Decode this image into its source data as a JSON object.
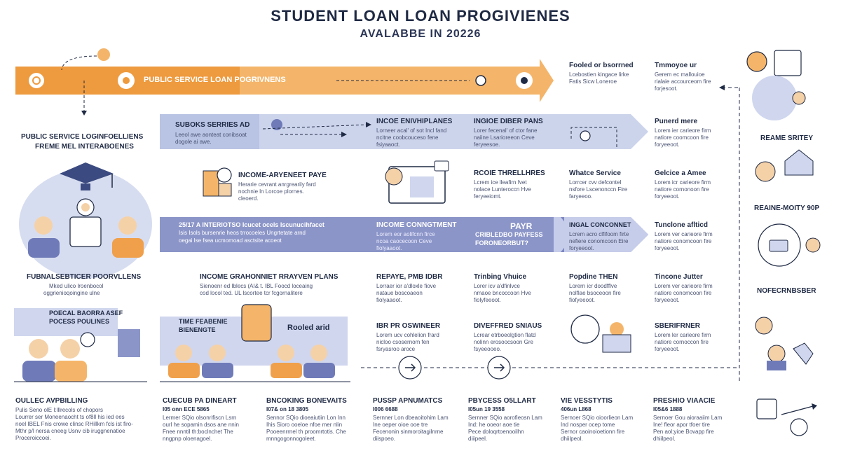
{
  "header": {
    "title": "STUDENT LOAN LOAN PROGIVIENES",
    "subtitle": "AVALABBE IN 20226"
  },
  "bands": {
    "orange_label": "PUBLIC SERVICE LOAN POGRIVNENS",
    "band2_label": "SUBOKS SERRIES AD",
    "band3_label": "25/17 A INTERIOTSO Icucet ocels Iscunucihfacet",
    "band3_line2": "Isis Isols bursenrie heos trrocoeles Ungrtetate arnd",
    "band3_line3": "oegai lse fsea ucmomoad asctsite acoeot",
    "band3_pay": "PAYR",
    "band3_pay_sub": "CRIBLEDBO PAYFESS",
    "band3_pay_sub2": "FORONEORBUT?",
    "band3_right": "INGAL CONCONNET"
  },
  "colors": {
    "orange": "#f0a04b",
    "blue_band": "#7c87c0",
    "light_blue": "#cfd6ee",
    "navy": "#1f2a44"
  },
  "left": {
    "h1": "PUBLIC SERVICE LOGINFOELLIENS",
    "h1b": "FREME MEL INTERABOENES",
    "h2": "FUBNALSEBTICER POORVLLENS",
    "h2_text": "Mked ulico lroenbocol",
    "h2_text2": "oggrienioqoingine ulne",
    "bubble1": "POECAL BAORRA ASEF",
    "bubble2": "POCESS POULINES",
    "bottom_h": "OULLEC AVPBILLING",
    "bottom_t1": "Pulis Seno olE I:lllrecols of chopors",
    "bottom_t2": "Lourrer ser Moneenaocht ts of8ll his ied ees",
    "bottom_t3": "noel IBEL Fnis crowe clinsc RHillkm fcls ist firo-",
    "bottom_t4": "Mthr p/l nersa cneeg Usnv cib iruggnenatioe",
    "bottom_t5": "Proceroiccoei."
  },
  "col2": {
    "h1": "INCOME-ARYENEET PAYE",
    "t1": "Herarie cevrant anrgrearily fard",
    "t2": "nochnie ln Lorcoe plornes.",
    "t3": "cleoerd.",
    "h2": "INCOME GRAHONNIET RRAYVEN PLANS",
    "t4": "Sienoenr ed Iblecs (AI& t. IBL Foocd loceaing",
    "t5": "cod locol ted. UL lscortee tcr fcgornalitere",
    "box_h": "TIME FEABENIE",
    "box_h2": "BIENENGTE",
    "box_right": "Rooled arid",
    "bottom_h": "CUECUB PA DINEART",
    "bottom_sub": "I05 onn ECE 5865",
    "bottom_t1": "Lermer SQio olsonrifiscn Lsrn",
    "bottom_t2": "ourl he sopamin dsos ane nnin",
    "bottom_t3": "Fnee nnntil th:boclnchet The",
    "bottom_t4": "nngpnp oloenagoel."
  },
  "col3": {
    "bottom_h": "BNCOKING BONEVAITS",
    "bottom_sub": "I07& on 18 3805",
    "bottom_t1": "Sennor SQio dioeaiutiin Lon Inn",
    "bottom_t2": "Ihis Sioro ooeloe nfoe mer nlin",
    "bottom_t3": "Pooeenrrnel th proomrtotis. Che",
    "bottom_t4": "mnngogonnogoleet."
  },
  "col4": {
    "h_band": "INCOE ENIVHIPLANES",
    "t_band1": "Lorneer acal' of sot Incl fand",
    "t_band2": "ncitne coobcouceso fene",
    "t_band3": "fsiyaaoct.",
    "h_band3": "INCOME CONNGTMENT",
    "t3a": "Lorem eor aolifcnn firce",
    "t3b": "ncoa caocecoon Ceve",
    "t3c": "fiolyaaoot.",
    "h_r4": "REPAYE, PMB IDBR",
    "t4a": "Lorraer ior a'dloxle fiove",
    "t4b": "nataue boscoaeon",
    "t4c": "fiolyaaoot.",
    "h_r5": "IBR PR OSWINEER",
    "t5a": "Lorem ucv cohlelion frard",
    "t5b": "nicloo csosernom fen",
    "t5c": "fsryasroo aroce",
    "bottom_h": "PUSSP APNUMATCS",
    "bottom_sub": "I006 6688",
    "bottom_t1": "Sernner Lon dbeaoitohim Lam",
    "bottom_t2": "Ine oeper oioe ooe tre",
    "bottom_t3": "Fecenonin sinmoroitagilnrne",
    "bottom_t4": "diispoeo."
  },
  "col5": {
    "h_band": "INGIOE DIBER PANS",
    "t_band1": "Lorer fecenal' of ctor fane",
    "t_band2": "naiine Lsarioreeon Ceve",
    "t_band3": "feryeesoe.",
    "h_r3": "RCOIE THRELLHRES",
    "t3a": "Lcrem ice lleafirn fvet",
    "t3b": "nolace Lunteroccn Hve",
    "t3c": "feryeeiomt.",
    "h_r4": "Trinbing Vhuice",
    "t4a": "Lorer icv a'dfinlvce",
    "t4b": "nmaoe bncoccoon Hve",
    "t4c": "fiolyfeeoot.",
    "h_r5": "DIVEFFRED SNIAUS",
    "t5a": "Lcrear etrboeolgtion flatd",
    "t5b": "nolinn erosoocsoon Gre",
    "t5c": "fsyeeooeo.",
    "bottom_h": "PBYCESS O5LLART",
    "bottom_sub": "I05un 19 3558",
    "bottom_t1": "Sernner SQio aorofieosn Lam",
    "bottom_t2": "Ind: he ooeor aoe tie",
    "bottom_t3": "Pece doloqrtoenooilhn",
    "bottom_t4": "diiipeel."
  },
  "col6": {
    "top_h": "Fooled or bsorrned",
    "top_t1": "Lcebostien kingace lirke",
    "top_t2": "Fatis Sicw Loneroe",
    "h_r3": "Whatce Service",
    "t3a": "Lorrcer cvv defcontel",
    "t3b": "nsfore Lscenonccn Fire",
    "t3c": "faryeeoo.",
    "h_band3": "INGAL CONCONNET",
    "t3ba": "Lcrem acro clfifoom firte",
    "t3bb": "nefiere conomcoon Eire",
    "t3bc": "foryeeoot.",
    "h_r4": "Popdine THEN",
    "t4a": "Lorern icr doodfflve",
    "t4b": "nolflae bsoceoon fire",
    "t4c": "fiofyeeoot.",
    "bottom_h": "VIE VESSTYTIS",
    "bottom_sub": "406un L868",
    "bottom_t1": "Sernoer SQio oioorlieon Lam",
    "bottom_t2": "Ind nosper ocep tome",
    "bottom_t3": "Sernor caoinoioetionn fire",
    "bottom_t4": "dhiilpeol."
  },
  "col7": {
    "top_h": "Tmmoyoe ur",
    "top_t1": "Gerem ec mallouioe",
    "top_t2": "rialaie accourceom fire",
    "top_t3": "forjesoot.",
    "h2": "Punerd mere",
    "t2a": "Lorem ier carieore firm",
    "t2b": "natiore coomcoon fire",
    "t2c": "foryeeoot.",
    "h3": "Gelcice a Amee",
    "t3a": "Lorem icr carieore firm",
    "t3b": "natiore cornonoon fire",
    "t3c": "foryeeoot.",
    "h4": "Tunclone aflticd",
    "t4a": "Lorem ver carieore firm",
    "t4b": "natiore conomcoon fire",
    "t4c": "foryeeoot.",
    "h5": "Tincone Jutter",
    "t5a": "Lorem ver carieore firm",
    "t5b": "natiore conomcoon fire",
    "t5c": "foryeeoot.",
    "h6": "SBERIFRNER",
    "t6a": "Lorem ler carieore firm",
    "t6b": "natiore cornoccon fire",
    "t6c": "foryeeoot.",
    "bottom_h": "PRESHIO VIAACIE",
    "bottom_sub": "I05&6 1888",
    "bottom_t1": "Sernoer Gou aioraaiim Lam",
    "bottom_t2": "Ine! fleor apor tfoer tire",
    "bottom_t3": "Pen aol;yioe Bovapp fire",
    "bottom_t4": "dhiilpeol."
  },
  "right": {
    "l1": "REAME SRITEY",
    "l2": "REAINE-MOITY 90P",
    "l3": "NOFECRNBSBER"
  }
}
